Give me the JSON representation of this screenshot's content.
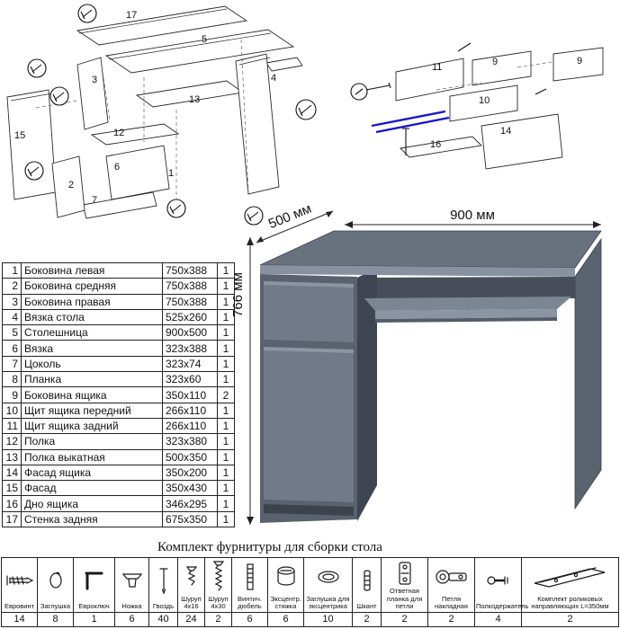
{
  "colors": {
    "desk_gray": "#6b7480",
    "desk_front": "#707a88",
    "guide_blue": "#1616cc"
  },
  "desk": {
    "width_label": "900 мм",
    "depth_label": "500 мм",
    "height_label": "766 мм"
  },
  "diagram_left": {
    "labels": [
      "17",
      "5",
      "4",
      "3",
      "13",
      "12",
      "15",
      "6",
      "7",
      "2",
      "1"
    ]
  },
  "diagram_right": {
    "labels": [
      "11",
      "9",
      "9",
      "10",
      "14",
      "16"
    ]
  },
  "parts": [
    {
      "num": "1",
      "name": "Боковина левая",
      "size": "750x388",
      "qty": "1"
    },
    {
      "num": "2",
      "name": "Боковина средняя",
      "size": "750x388",
      "qty": "1"
    },
    {
      "num": "3",
      "name": "Боковина правая",
      "size": "750x388",
      "qty": "1"
    },
    {
      "num": "4",
      "name": "Вязка стола",
      "size": "525x260",
      "qty": "1"
    },
    {
      "num": "5",
      "name": "Столешница",
      "size": "900x500",
      "qty": "1"
    },
    {
      "num": "6",
      "name": "Вязка",
      "size": "323x388",
      "qty": "1"
    },
    {
      "num": "7",
      "name": "Цоколь",
      "size": "323x74",
      "qty": "1"
    },
    {
      "num": "8",
      "name": "Планка",
      "size": "323x60",
      "qty": "1"
    },
    {
      "num": "9",
      "name": "Боковина ящика",
      "size": "350x110",
      "qty": "2"
    },
    {
      "num": "10",
      "name": "Щит ящика передний",
      "size": "266x110",
      "qty": "1"
    },
    {
      "num": "11",
      "name": "Щит ящика задний",
      "size": "266x110",
      "qty": "1"
    },
    {
      "num": "12",
      "name": "Полка",
      "size": "323x380",
      "qty": "1"
    },
    {
      "num": "13",
      "name": "Полка выкатная",
      "size": "500x350",
      "qty": "1"
    },
    {
      "num": "14",
      "name": "Фасад ящика",
      "size": "350x200",
      "qty": "1"
    },
    {
      "num": "15",
      "name": "Фасад",
      "size": "350x430",
      "qty": "1"
    },
    {
      "num": "16",
      "name": "Дно ящика",
      "size": "346x295",
      "qty": "1"
    },
    {
      "num": "17",
      "name": "Стенка задняя",
      "size": "675x350",
      "qty": "1"
    }
  ],
  "hardware": {
    "title": "Комплект фурнитуры для сборки стола",
    "items": [
      {
        "name": "Евровинт",
        "qty": "14",
        "icon": "confirmat-screw-icon"
      },
      {
        "name": "Заглушка",
        "qty": "8",
        "icon": "cap-icon"
      },
      {
        "name": "Евроключ",
        "qty": "1",
        "icon": "hex-key-icon"
      },
      {
        "name": "Ножка",
        "qty": "6",
        "icon": "leg-icon"
      },
      {
        "name": "Гвоздь",
        "qty": "40",
        "icon": "nail-icon"
      },
      {
        "name": "Шуруп 4x16",
        "qty": "24",
        "icon": "screw-short-icon"
      },
      {
        "name": "Шуруп 4x30",
        "qty": "2",
        "icon": "screw-long-icon"
      },
      {
        "name": "Винтич. дюбель",
        "qty": "6",
        "icon": "dowel-screw-icon"
      },
      {
        "name": "Эксцентр. стяжка",
        "qty": "6",
        "icon": "cam-lock-icon"
      },
      {
        "name": "Заглушка для эксцентрика",
        "qty": "10",
        "icon": "cam-cap-icon"
      },
      {
        "name": "Шкант",
        "qty": "2",
        "icon": "wood-dowel-icon"
      },
      {
        "name": "Ответная планка для петли",
        "qty": "2",
        "icon": "hinge-plate-icon"
      },
      {
        "name": "Петля накладная",
        "qty": "2",
        "icon": "hinge-icon"
      },
      {
        "name": "Полкодержатель",
        "qty": "4",
        "icon": "shelf-pin-icon"
      },
      {
        "name": "Комплект роликовых направляющих L=350мм",
        "qty": "2",
        "icon": "roller-guide-icon"
      }
    ]
  }
}
